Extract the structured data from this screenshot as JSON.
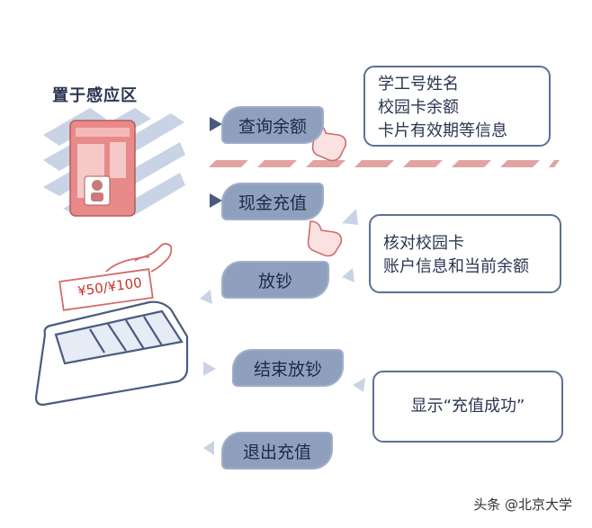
{
  "title": "置于感应区",
  "steps": [
    {
      "label": "查询余额"
    },
    {
      "label": "现金充值"
    },
    {
      "label": "放钞"
    },
    {
      "label": "结束放钞"
    },
    {
      "label": "退出充值"
    }
  ],
  "info_boxes": [
    {
      "lines": [
        "学工号姓名",
        "校园卡余额",
        "卡片有效期等信息"
      ]
    },
    {
      "lines": [
        "核对校园卡",
        "账户信息和当前余额"
      ]
    },
    {
      "lines": [
        "显示“充值成功”"
      ]
    }
  ],
  "banknote_text": "¥50/¥100",
  "watermark": "头条 @北京大学",
  "colors": {
    "pill": "#8fa0bf",
    "stripe": "#d98a8a",
    "card": "#e58b8b",
    "outline": "#5d6f93"
  }
}
